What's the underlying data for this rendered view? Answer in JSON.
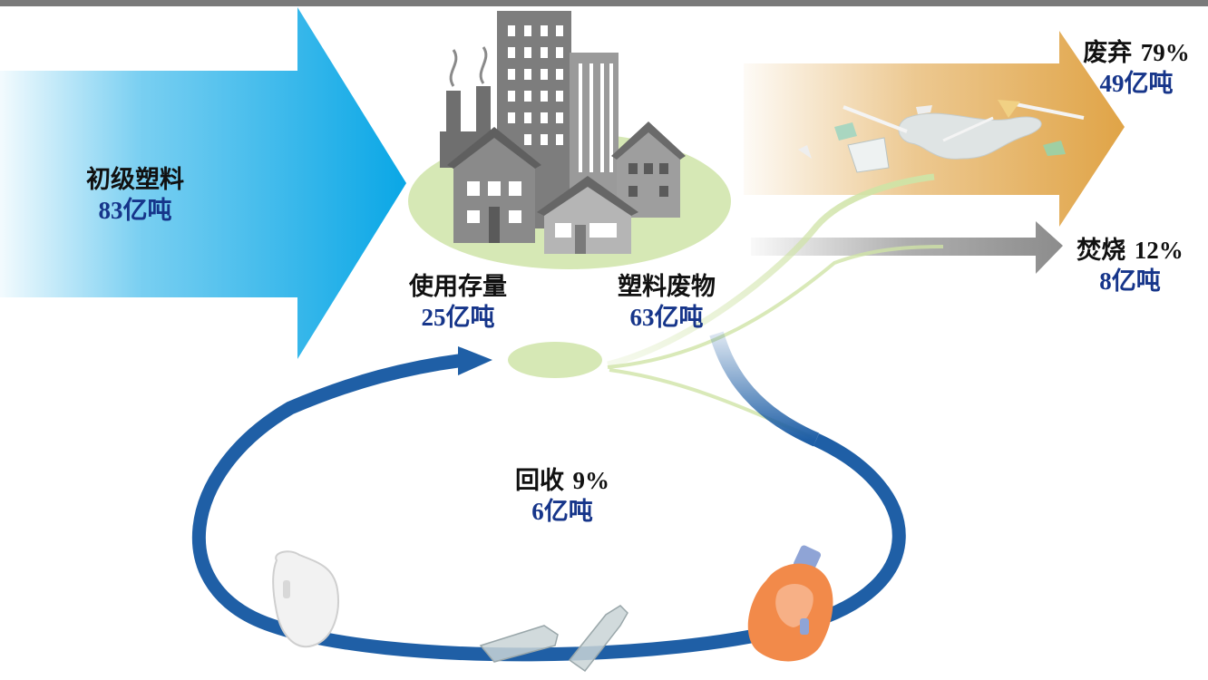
{
  "colors": {
    "top_bar": "#7a7a7a",
    "primary_arrow": "#0aa7e6",
    "discard_arrow": "#e0a447",
    "incinerate_arrow": "#8c8c8c",
    "recycle_loop": "#1f5fa6",
    "value_text": "#16358a",
    "ground": "#d6e8b5"
  },
  "labels": {
    "primary": {
      "title": "初级塑料",
      "value": "83",
      "unit": "亿吨"
    },
    "in_use": {
      "title": "使用存量",
      "value": "25",
      "unit": "亿吨"
    },
    "waste": {
      "title": "塑料废物",
      "value": "63",
      "unit": "亿吨"
    },
    "discard": {
      "title": "废弃",
      "percent": "79%",
      "value": "49",
      "unit": "亿吨"
    },
    "incinerate": {
      "title": "焚烧",
      "percent": "12%",
      "value": "8",
      "unit": "亿吨"
    },
    "recycle": {
      "title": "回收",
      "percent": "9%",
      "value": "6",
      "unit": "亿吨"
    }
  },
  "icons": [
    "factory-icon",
    "city-buildings-icon",
    "plastic-debris-icon",
    "milk-jug-icon",
    "plastic-bottle-icon",
    "detergent-bottle-icon"
  ]
}
